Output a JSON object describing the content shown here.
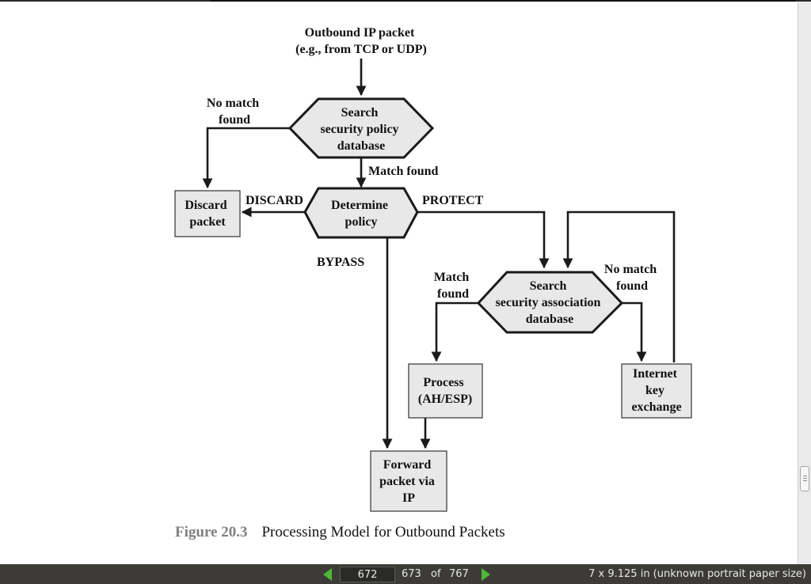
{
  "viewer": {
    "current_page": "672",
    "next_page": "673",
    "of_label": "of",
    "total_pages": "767",
    "paper_size": "7 x 9.125 in (unknown portrait paper size)"
  },
  "diagram": {
    "input_label": [
      "Outbound IP packet",
      "(e.g., from TCP or UDP)"
    ],
    "spd_search": [
      "Search",
      "security policy",
      "database"
    ],
    "no_match_label_1": [
      "No match",
      "found"
    ],
    "match_found_label": "Match found",
    "discard_box": [
      "Discard",
      "packet"
    ],
    "discard_label": "DISCARD",
    "determine_policy": [
      "Determine",
      "policy"
    ],
    "protect_label": "PROTECT",
    "bypass_label": "BYPASS",
    "match_label_2": [
      "Match",
      "found"
    ],
    "sad_search": [
      "Search",
      "security association",
      "database"
    ],
    "no_match_label_2": [
      "No match",
      "found"
    ],
    "process_box": [
      "Process",
      "(AH/ESP)"
    ],
    "ike_box": [
      "Internet",
      "key",
      "exchange"
    ],
    "forward_box": [
      "Forward",
      "packet via",
      "IP"
    ]
  },
  "caption": {
    "number": "Figure 20.3",
    "title": "Processing Model for Outbound Packets"
  },
  "colors": {
    "shape_fill": "#e8e8e8",
    "caption_number": "#808080",
    "nav_arrow": "#4db836",
    "toolbar": "#3c3b37"
  }
}
